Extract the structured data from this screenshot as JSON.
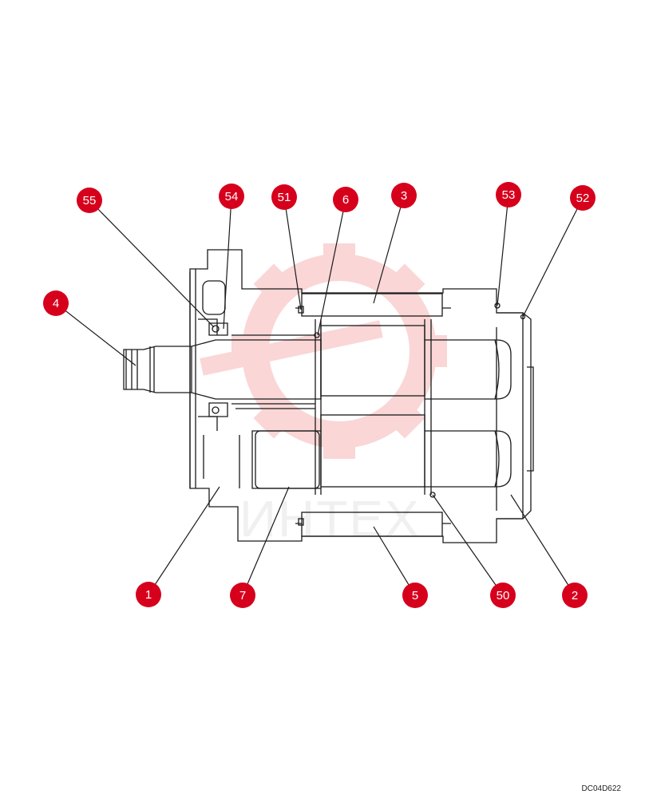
{
  "drawing_code": "DC04D622",
  "colors": {
    "callout_fill": "#d6001c",
    "callout_text": "#ffffff",
    "line": "#1a1a1a",
    "watermark": "#f4a5a5"
  },
  "callouts": [
    {
      "id": "55",
      "label": "55"
    },
    {
      "id": "54",
      "label": "54"
    },
    {
      "id": "51",
      "label": "51"
    },
    {
      "id": "6",
      "label": "6"
    },
    {
      "id": "3",
      "label": "3"
    },
    {
      "id": "53",
      "label": "53"
    },
    {
      "id": "52",
      "label": "52"
    },
    {
      "id": "4",
      "label": "4"
    },
    {
      "id": "1",
      "label": "1"
    },
    {
      "id": "7",
      "label": "7"
    },
    {
      "id": "5",
      "label": "5"
    },
    {
      "id": "50",
      "label": "50"
    },
    {
      "id": "2",
      "label": "2"
    }
  ]
}
